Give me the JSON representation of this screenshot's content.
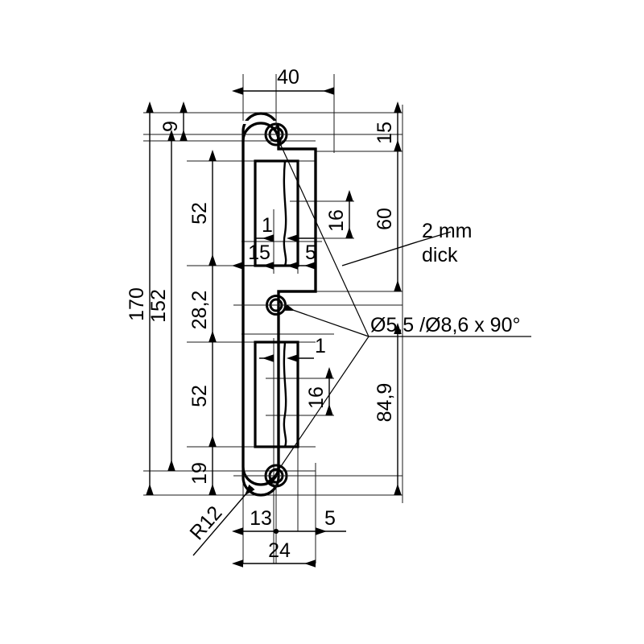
{
  "drawing": {
    "title": "Striking plate technical drawing",
    "units": "mm",
    "background_color": "#ffffff",
    "line_color": "#000000",
    "thin_line_color": "#1a1a1a",
    "notes": [
      {
        "id": "thickness",
        "line1": "2 mm",
        "line2": "dick"
      },
      {
        "id": "hole-spec",
        "text": "Ø5,5 /Ø8,6 x 90°"
      }
    ],
    "dimensions": {
      "overall_width_top": "40",
      "overall_height": "170",
      "height_152": "152",
      "top_offset_9": "9",
      "upper_slot_length": "52",
      "mid_gap": "28,2",
      "lower_slot_length": "52",
      "bottom_offset_19": "19",
      "right_top_15": "15",
      "right_60": "60",
      "upper_slot_width_16": "16",
      "lower_slot_width_16": "16",
      "slot_offset_1_upper": "1",
      "slot_offset_1_lower": "1",
      "slot_15": "15",
      "slot_5": "5",
      "right_84_9": "84,9",
      "bottom_13": "13",
      "bottom_5": "5",
      "bottom_24": "24",
      "corner_radius": "R12"
    }
  }
}
